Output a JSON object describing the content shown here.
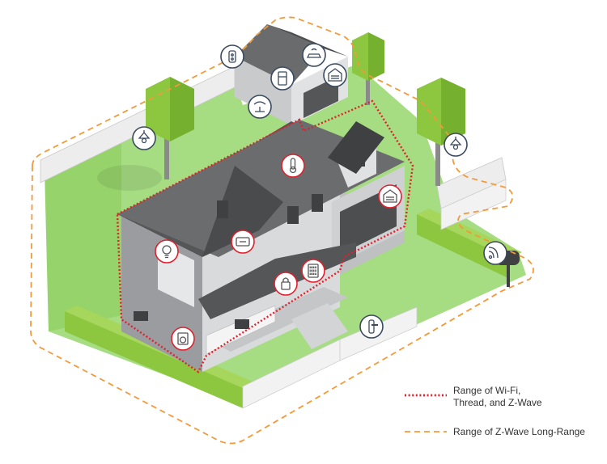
{
  "legend": {
    "items": [
      {
        "label_line1": "Range of Wi-Fi,",
        "label_line2": "Thread, and Z-Wave",
        "color": "#e0202c",
        "style": "dotted"
      },
      {
        "label_line1": "Range of Z-Wave Long-Range",
        "label_line2": "",
        "color": "#f29a3a",
        "style": "dashed"
      }
    ]
  },
  "colors": {
    "lawn": "#a6dc82",
    "lawn_edge": "#7cc443",
    "hedge": "#8dc63f",
    "roof": "#5a5b5d",
    "roof_dark": "#3f4042",
    "wall": "#d6d7d9",
    "wall_dark": "#a9aaad",
    "fence": "#ececec",
    "wifi_range": "#e0202c",
    "zwave_lr_range": "#f29a3a",
    "icon_ring_red": "#e0202c",
    "icon_ring_gray": "#3b4a5e"
  },
  "icons": [
    {
      "name": "smart-plug-icon",
      "ring": "gray"
    },
    {
      "name": "wifi-car-icon",
      "ring": "gray"
    },
    {
      "name": "fridge-icon",
      "ring": "gray"
    },
    {
      "name": "garage-door-icon",
      "ring": "gray"
    },
    {
      "name": "sprinkler-icon",
      "ring": "gray"
    },
    {
      "name": "outdoor-light-left-icon",
      "ring": "gray"
    },
    {
      "name": "outdoor-light-right-icon",
      "ring": "gray"
    },
    {
      "name": "thermostat-icon",
      "ring": "red"
    },
    {
      "name": "garage-icon",
      "ring": "red"
    },
    {
      "name": "light-bulb-icon",
      "ring": "red"
    },
    {
      "name": "keypad-icon",
      "ring": "red"
    },
    {
      "name": "door-lock-icon",
      "ring": "red"
    },
    {
      "name": "security-panel-icon",
      "ring": "red"
    },
    {
      "name": "washer-icon",
      "ring": "red"
    },
    {
      "name": "door-handle-icon",
      "ring": "gray"
    },
    {
      "name": "mailbox-wifi-icon",
      "ring": "gray"
    }
  ]
}
